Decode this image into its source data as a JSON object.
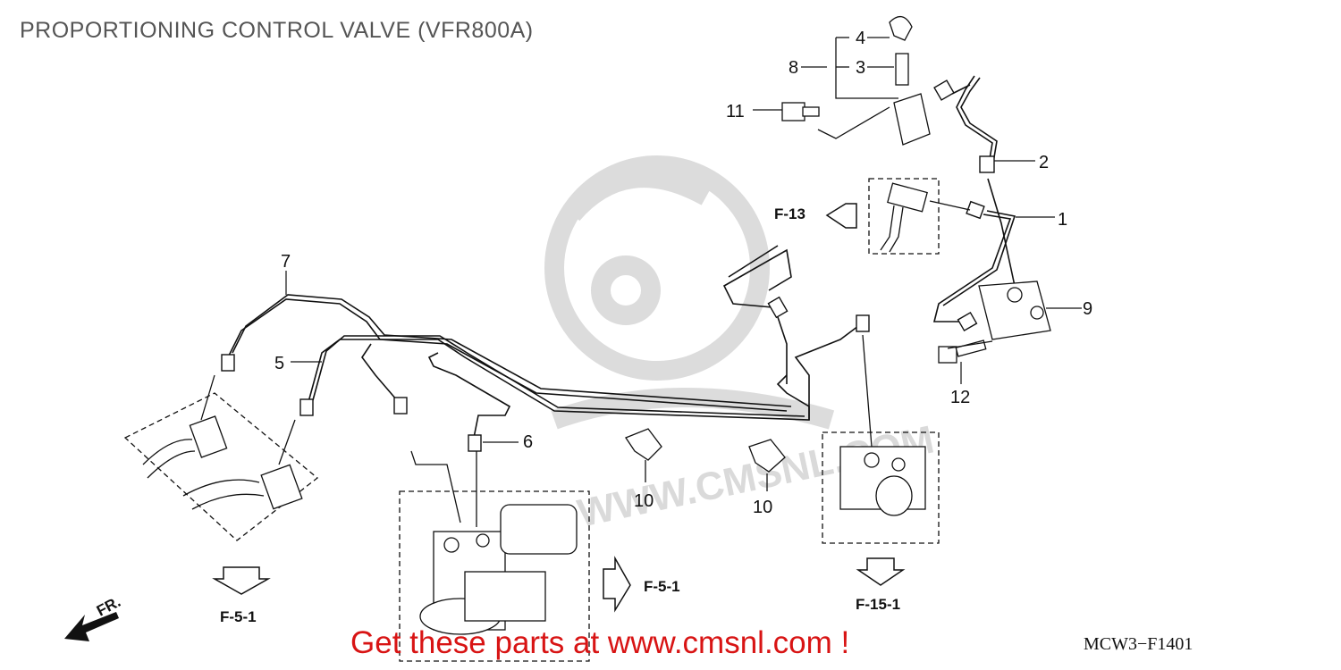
{
  "title": "PROPORTIONING CONTROL VALVE (VFR800A)",
  "diagram_code": "MCW3−F1401",
  "call_to_action": "Get these parts at www.cmsnl.com !",
  "watermark": "WWW.CMSNL.COM",
  "front_indicator": "FR.",
  "part_callouts": {
    "p1": "1",
    "p2": "2",
    "p3": "3",
    "p4": "4",
    "p5": "5",
    "p6": "6",
    "p7": "7",
    "p8": "8",
    "p9": "9",
    "p10a": "10",
    "p10b": "10",
    "p11": "11",
    "p12": "12"
  },
  "references": {
    "f13": "F-13",
    "f51_left": "F-5-1",
    "f51_center": "F-5-1",
    "f151": "F-15-1"
  },
  "colors": {
    "title": "#555555",
    "cta": "#d81414",
    "line": "#111111",
    "watermark": "#d9d9d9"
  }
}
